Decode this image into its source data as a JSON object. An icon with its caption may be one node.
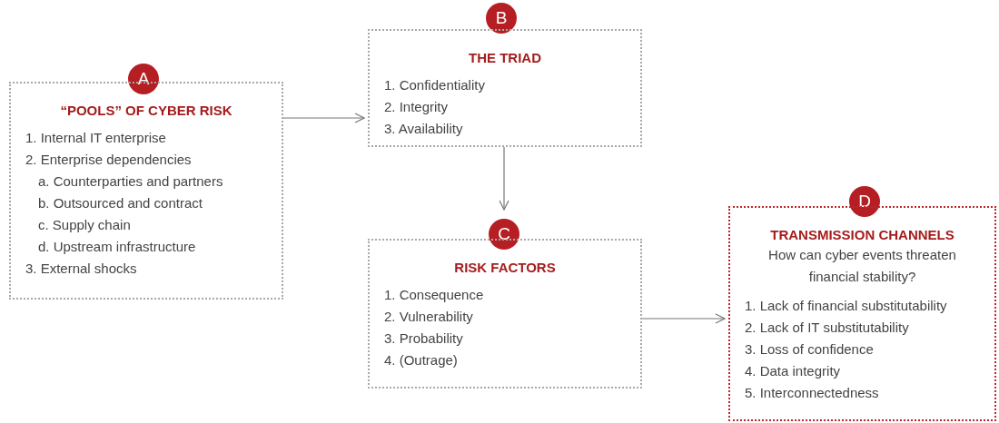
{
  "diagram": {
    "nodes": [
      {
        "text": [
          "A"
        ]
      },
      {
        "text": [
          "“POOLS” OF CYBER RISK",
          "1. Internal IT enterprise",
          "2. Enterprise dependencies",
          "a. Counterparties and partners",
          "b. Outsourced and contract",
          "c. Supply chain",
          "d. Upstream infrastructure",
          "3. External shocks"
        ]
      },
      {
        "text": [
          "B"
        ]
      },
      {
        "text": [
          "THE TRIAD",
          "1. Confidentiality",
          "2. Integrity",
          "3. Availability"
        ]
      },
      {
        "text": [
          "C"
        ]
      },
      {
        "text": [
          "RISK FACTORS",
          "1. Consequence",
          "2. Vulnerability",
          "3. Probability",
          "4. (Outrage)"
        ]
      },
      {
        "text": [
          "D"
        ]
      },
      {
        "text": [
          "TRANSMISSION CHANNELS",
          "How can cyber events threaten financial stability?",
          "1. Lack of financial substitutability",
          "2. Lack of IT substitutability",
          "3. Loss of confidence",
          "4. Data integrity",
          "5. Interconnectedness"
        ]
      }
    ],
    "edges": [
      {
        "from": 1,
        "to": 3,
        "arrow": "to"
      },
      {
        "from": 3,
        "to": 4,
        "arrow": "to"
      },
      {
        "from": 5,
        "to": 7,
        "arrow": "to"
      }
    ]
  }
}
